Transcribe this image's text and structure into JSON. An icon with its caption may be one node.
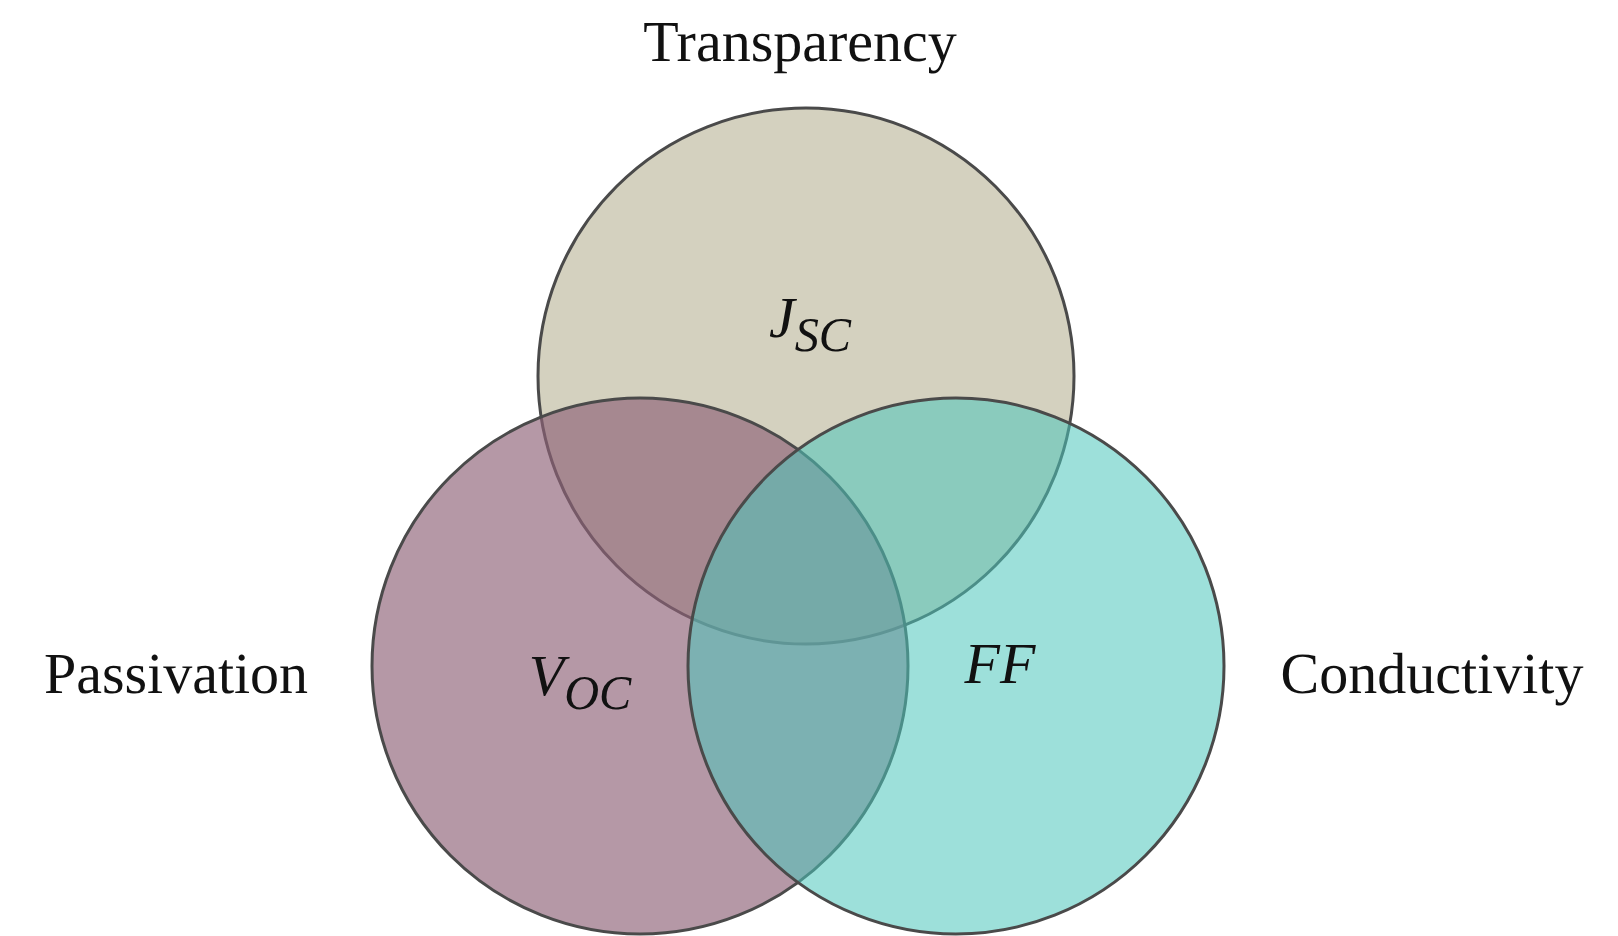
{
  "diagram": {
    "nodes": [
      {
        "text": [
          "J$_{SC}$"
        ],
        "beside": [
          "Transparency"
        ]
      },
      {
        "text": [
          "V$_{OC}$"
        ],
        "beside": [
          "Passivation"
        ]
      },
      {
        "text": [
          "FF"
        ],
        "beside": [
          "Conductivity"
        ]
      }
    ]
  }
}
